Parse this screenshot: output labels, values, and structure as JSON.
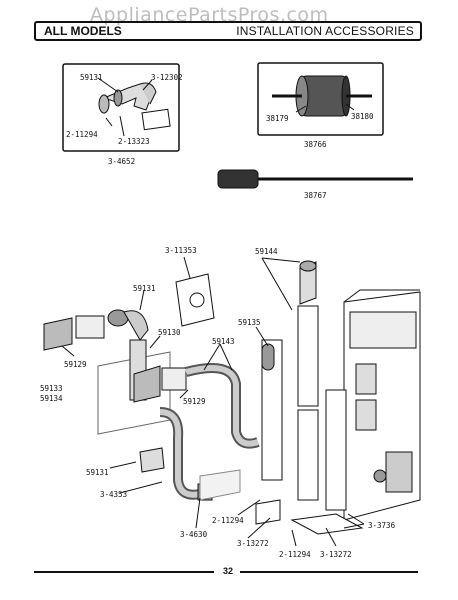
{
  "watermark": "AppliancePartsPros.com",
  "header": {
    "left": "ALL MODELS",
    "right": "INSTALLATION ACCESSORIES"
  },
  "page_number": "32",
  "kit_a": {
    "parts": [
      "59131",
      "3-12302",
      "2-11294",
      "2-13323"
    ],
    "kit_number": "3-4652"
  },
  "kit_b": {
    "parts": [
      "38179",
      "38180"
    ],
    "kit_number": "38766"
  },
  "drill_bit": "38767",
  "main_diagram": {
    "parts": [
      "3-11353",
      "59144",
      "59131",
      "59130",
      "59135",
      "59143",
      "59129",
      "59133",
      "59134",
      "59129",
      "59131",
      "3-4353",
      "3-4630",
      "2-11294",
      "3-13272",
      "2-11294",
      "3-13272",
      "3-3736"
    ]
  }
}
